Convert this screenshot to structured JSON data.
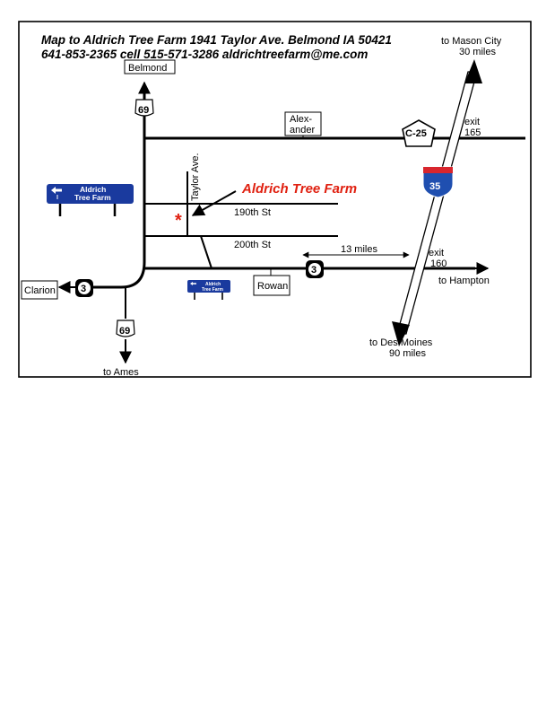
{
  "header": {
    "line1": "Map to Aldrich Tree Farm   1941 Taylor Ave. Belmond IA 50421",
    "line2": "641-853-2365    cell 515-571-3286    aldrichtreefarm@me.com"
  },
  "labels": {
    "belmond": "Belmond",
    "to_mason_city": "to Mason City",
    "mason_miles": "30 miles",
    "alexander_1": "Alex-",
    "alexander_2": "ander",
    "exit_165_a": "exit",
    "exit_165_b": "165",
    "taylor_ave": "Taylor Ave.",
    "farm_name": "Aldrich Tree Farm",
    "farm_marker": "*",
    "road_190": "190th St",
    "road_200": "200th St",
    "distance": "13 miles",
    "exit_160_a": "exit",
    "exit_160_b": "160",
    "to_hampton": "to Hampton",
    "clarion": "Clarion",
    "rowan": "Rowan",
    "to_des_moines": "to Des Moines",
    "des_moines_miles": "90 miles",
    "to_ames": "to Ames"
  },
  "shields": {
    "us69": "69",
    "ia3": "3",
    "c25": "C-25",
    "i35": "35"
  },
  "signs": {
    "large_line1": "Aldrich",
    "large_line2": "Tree Farm",
    "small_line1": "Aldrich",
    "small_line2": "Tree Farm"
  },
  "colors": {
    "farm_red": "#e02010",
    "sign_blue": "#1a3a9e",
    "interstate_blue": "#1f4fb0",
    "interstate_red": "#d8262e"
  }
}
